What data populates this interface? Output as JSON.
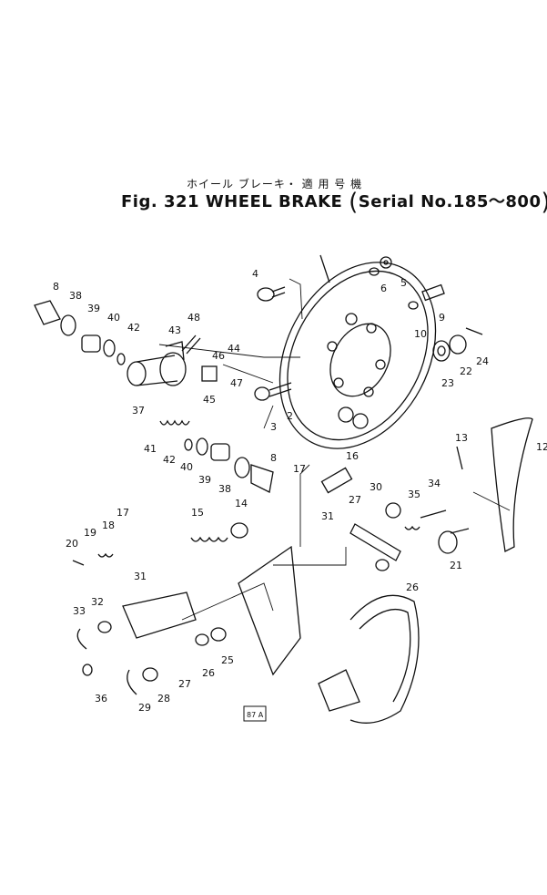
{
  "header": {
    "japanese": "ホイール ブレーキ・ 適 用 号 機",
    "fig_label": "Fig. 321",
    "title": "WHEEL BRAKE",
    "serial_text": "Serial  No.185～800"
  },
  "callouts": [
    "2",
    "3",
    "4",
    "5",
    "6",
    "8",
    "9",
    "10",
    "12",
    "13",
    "14",
    "15",
    "16",
    "17",
    "18",
    "19",
    "20",
    "21",
    "22",
    "23",
    "24",
    "25",
    "26",
    "27",
    "28",
    "29",
    "30",
    "31",
    "32",
    "33",
    "34",
    "35",
    "36",
    "37",
    "38",
    "39",
    "40",
    "41",
    "42",
    "43",
    "44",
    "45",
    "46",
    "47",
    "48"
  ],
  "stamp": "87 A"
}
